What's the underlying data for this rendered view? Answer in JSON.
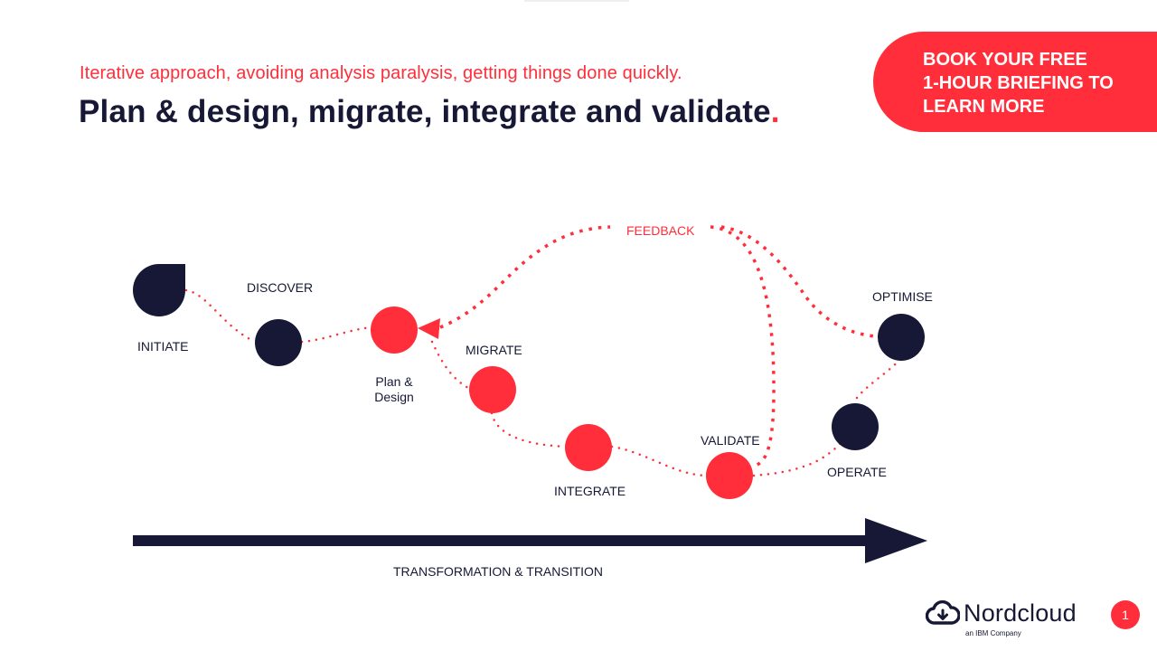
{
  "header": {
    "subtitle": "Iterative approach, avoiding analysis paralysis, getting things done quickly.",
    "title": "Plan & design, migrate, integrate and validate",
    "title_dot": "."
  },
  "cta": {
    "line1": "BOOK YOUR FREE",
    "line2": "1-HOUR BRIEFING TO",
    "line3": "LEARN MORE"
  },
  "diagram": {
    "colors": {
      "dark": "#161835",
      "accent": "#ff2e3a"
    },
    "nodes": {
      "initiate": "INITIATE",
      "discover": "DISCOVER",
      "plan_design_line1": "Plan &",
      "plan_design_line2": "Design",
      "migrate": "MIGRATE",
      "integrate": "INTEGRATE",
      "validate": "VALIDATE",
      "operate": "OPERATE",
      "optimise": "OPTIMISE"
    },
    "feedback": "FEEDBACK",
    "timeline": "TRANSFORMATION & TRANSITION"
  },
  "footer": {
    "brand": "Nordcloud",
    "brand_sub": "an IBM Company",
    "page_number": "1",
    "logo_icon": "cloud-icon"
  }
}
